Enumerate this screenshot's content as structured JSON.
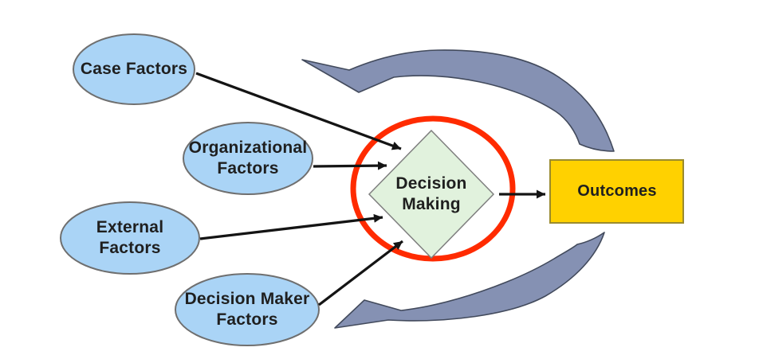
{
  "nodes": {
    "case_factors": {
      "label": "Case Factors"
    },
    "organizational_factors": {
      "label": "Organizational\nFactors"
    },
    "external_factors": {
      "label": "External\nFactors"
    },
    "decision_maker_factors": {
      "label": "Decision Maker\nFactors"
    },
    "decision_making": {
      "label": "Decision\nMaking"
    },
    "outcomes": {
      "label": "Outcomes"
    }
  },
  "colors": {
    "background": "#FFFFFF",
    "factor_ellipse_fill": "#AAD4F6",
    "factor_ellipse_stroke": "#6F6F6F",
    "decision_diamond_fill": "#E1F2DD",
    "decision_diamond_stroke": "#7F7F7F",
    "highlight_ring": "#FF2B00",
    "outcomes_fill": "#FFD100",
    "outcomes_stroke": "#9A8B2E",
    "feedback_arrow_fill": "#8591B3",
    "feedback_arrow_stroke": "#424A5C",
    "connector_arrow": "#141414",
    "label_text": "#1F1F1F"
  }
}
